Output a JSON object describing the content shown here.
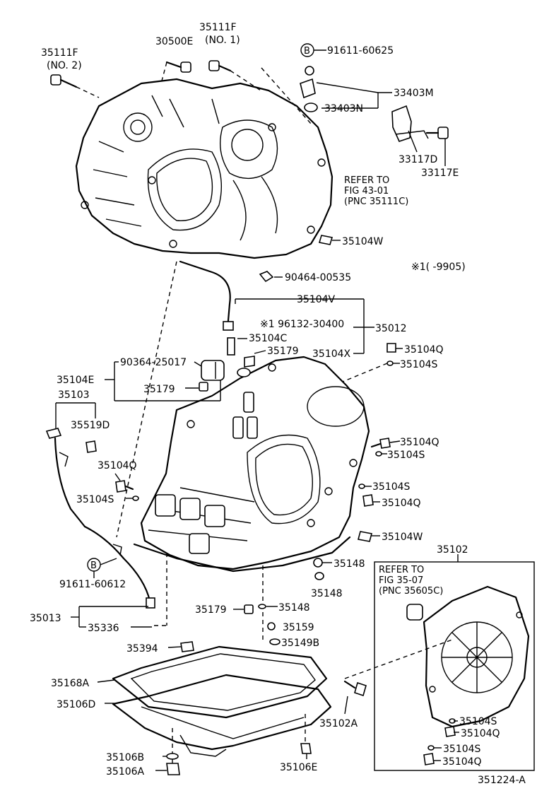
{
  "labels": {
    "p35111f_no2": "35111F",
    "p35111f_no2_sub": "(NO. 2)",
    "p30500e": "30500E",
    "p35111f_no1": "35111F",
    "p35111f_no1_sub": "(NO. 1)",
    "b_mark_top": "B",
    "p91611_60625": "91611-60625",
    "p33403m": "33403M",
    "p33403n": "33403N",
    "p33117d": "33117D",
    "p33117e": "33117E",
    "refer_top_1": "REFER TO",
    "refer_top_2": "FIG 43-01",
    "refer_top_3": "(PNC 35111C)",
    "p35104w_top": "35104W",
    "note_mark": "※1(      -9905)",
    "p90464_00535": "90464-00535",
    "p35104v": "35104V",
    "p96132_30400": "※1 96132-30400",
    "p35012": "35012",
    "p35104c": "35104C",
    "p35179_a": "35179",
    "p35104x": "35104X",
    "p35104q_a": "35104Q",
    "p35104s_a": "35104S",
    "p90364_25017": "90364-25017",
    "p35104e": "35104E",
    "p35103": "35103",
    "p35179_b": "35179",
    "p35519d": "35519D",
    "p35104q_b": "35104Q",
    "p35104s_b": "35104S",
    "p35104q_c": "35104Q",
    "p35104s_c": "35104S",
    "p35104s_d": "35104S",
    "p35104q_d": "35104Q",
    "p35104w_mid": "35104W",
    "p35102": "35102",
    "b_mark_bottom": "B",
    "p91611_60612": "91611-60612",
    "p35148_a": "35148",
    "p35148_b": "35148",
    "refer_bot_1": "REFER TO",
    "refer_bot_2": "FIG 35-07",
    "refer_bot_3": "(PNC 35605C)",
    "p35013": "35013",
    "p35336": "35336",
    "p35179_c": "35179",
    "p35148_c": "35148",
    "p35159": "35159",
    "p35394": "35394",
    "p35149b": "35149B",
    "p35168a": "35168A",
    "p35106d": "35106D",
    "p35102a": "35102A",
    "p35104s_e": "35104S",
    "p35104q_e": "35104Q",
    "p35104s_f": "35104S",
    "p35104q_f": "35104Q",
    "p35106b": "35106B",
    "p35106a": "35106A",
    "p35106e": "35106E",
    "fig_code": "351224-A"
  }
}
